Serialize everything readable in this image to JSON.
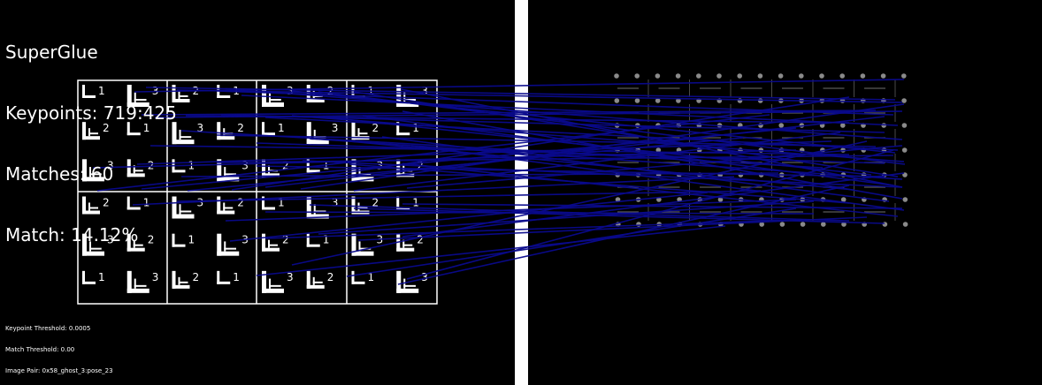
{
  "title": "SuperGlue",
  "stats": {
    "keypoints": "Keypoints: 719:425",
    "matches": "Matches: 60",
    "match_pct": "Match: 14.12%"
  },
  "footer": {
    "keypoint_threshold": "Keypoint Threshold: 0.0005",
    "match_threshold": "Match Threshold: 0.00",
    "image_pair": "Image Pair: 0x58_ghost_3:pose_23"
  },
  "board_digits": [
    [
      "1",
      "3",
      "2",
      "1",
      "3",
      "2",
      "1",
      "3"
    ],
    [
      "2",
      "1",
      "3",
      "2",
      "1",
      "3",
      "2",
      "1"
    ],
    [
      "3",
      "2",
      "1",
      "3",
      "2",
      "1",
      "3",
      "2"
    ],
    [
      "2",
      "1",
      "3",
      "2",
      "1",
      "3",
      "2",
      "1"
    ],
    [
      "3",
      "2",
      "1",
      "3",
      "2",
      "1",
      "3",
      "2"
    ],
    [
      "1",
      "3",
      "2",
      "1",
      "3",
      "2",
      "1",
      "3"
    ]
  ],
  "colors": {
    "background": "#000000",
    "match_line": "#0a0a8c",
    "divider": "#ffffff",
    "board_outline": "#ffffff",
    "keypoint_dot": "#8a8a8a"
  }
}
